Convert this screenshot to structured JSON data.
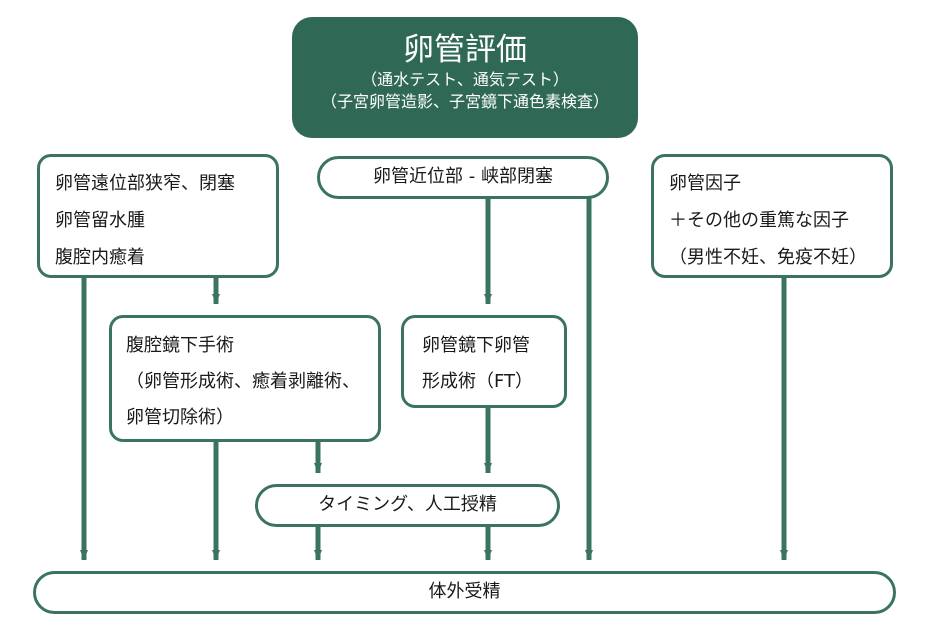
{
  "title": {
    "main": "卵管評価",
    "sub1": "（通水テスト、通気テスト）",
    "sub2": "（子宮卵管造影、子宮鏡下通色素検査）"
  },
  "boxes": {
    "distal": {
      "lines": [
        "卵管遠位部狭窄、閉塞",
        "卵管留水腫",
        "腹腔内癒着"
      ]
    },
    "proximal": {
      "label": "卵管近位部 - 峡部閉塞"
    },
    "factor": {
      "lines": [
        "卵管因子",
        "＋その他の重篤な因子",
        "（男性不妊、免疫不妊）"
      ]
    },
    "laparoscopic": {
      "lines": [
        "腹腔鏡下手術",
        "（卵管形成術、癒着剥離術、",
        "卵管切除術）"
      ]
    },
    "ft": {
      "lines": [
        "卵管鏡下卵管",
        "形成術（FT）"
      ]
    },
    "timing": {
      "label": "タイミング、人工授精"
    },
    "ivf": {
      "label": "体外受精"
    }
  },
  "colors": {
    "primary": "#2f6955",
    "border": "#3b7361",
    "arrow": "#3b7361",
    "text": "#1a1a1a",
    "title_text": "#ffffff"
  }
}
